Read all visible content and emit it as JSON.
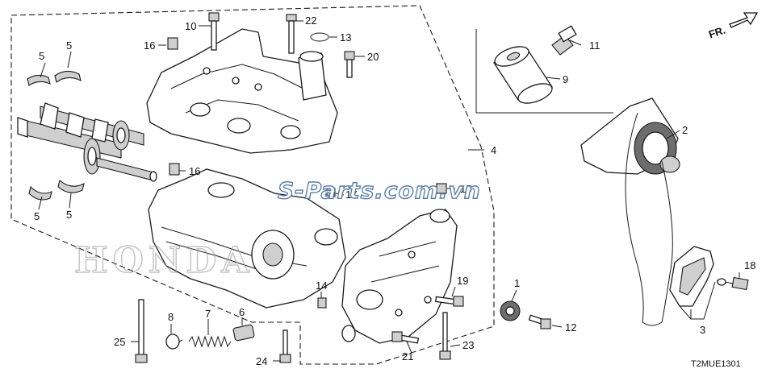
{
  "diagram": {
    "title": "",
    "diagram_code": "T2MUE1301",
    "orientation_label": "FR.",
    "watermark": "S-Parts.com.vn",
    "brand_mark": "HONDA"
  },
  "callouts": [
    {
      "id": "c1",
      "label": "1"
    },
    {
      "id": "c2",
      "label": "2"
    },
    {
      "id": "c3",
      "label": "3"
    },
    {
      "id": "c4",
      "label": "4"
    },
    {
      "id": "c5a",
      "label": "5"
    },
    {
      "id": "c5b",
      "label": "5"
    },
    {
      "id": "c5c",
      "label": "5"
    },
    {
      "id": "c5d",
      "label": "5"
    },
    {
      "id": "c6",
      "label": "6"
    },
    {
      "id": "c7",
      "label": "7"
    },
    {
      "id": "c8",
      "label": "8"
    },
    {
      "id": "c9",
      "label": "9"
    },
    {
      "id": "c10",
      "label": "10"
    },
    {
      "id": "c11",
      "label": "11"
    },
    {
      "id": "c12",
      "label": "12"
    },
    {
      "id": "c13",
      "label": "13"
    },
    {
      "id": "c14",
      "label": "14"
    },
    {
      "id": "c15",
      "label": "15"
    },
    {
      "id": "c16a",
      "label": "16"
    },
    {
      "id": "c16b",
      "label": "16"
    },
    {
      "id": "c17",
      "label": "17"
    },
    {
      "id": "c18",
      "label": "18"
    },
    {
      "id": "c19",
      "label": "19"
    },
    {
      "id": "c20",
      "label": "20"
    },
    {
      "id": "c21",
      "label": "21"
    },
    {
      "id": "c22",
      "label": "22"
    },
    {
      "id": "c23",
      "label": "23"
    },
    {
      "id": "c24",
      "label": "24"
    },
    {
      "id": "c25",
      "label": "25"
    }
  ]
}
